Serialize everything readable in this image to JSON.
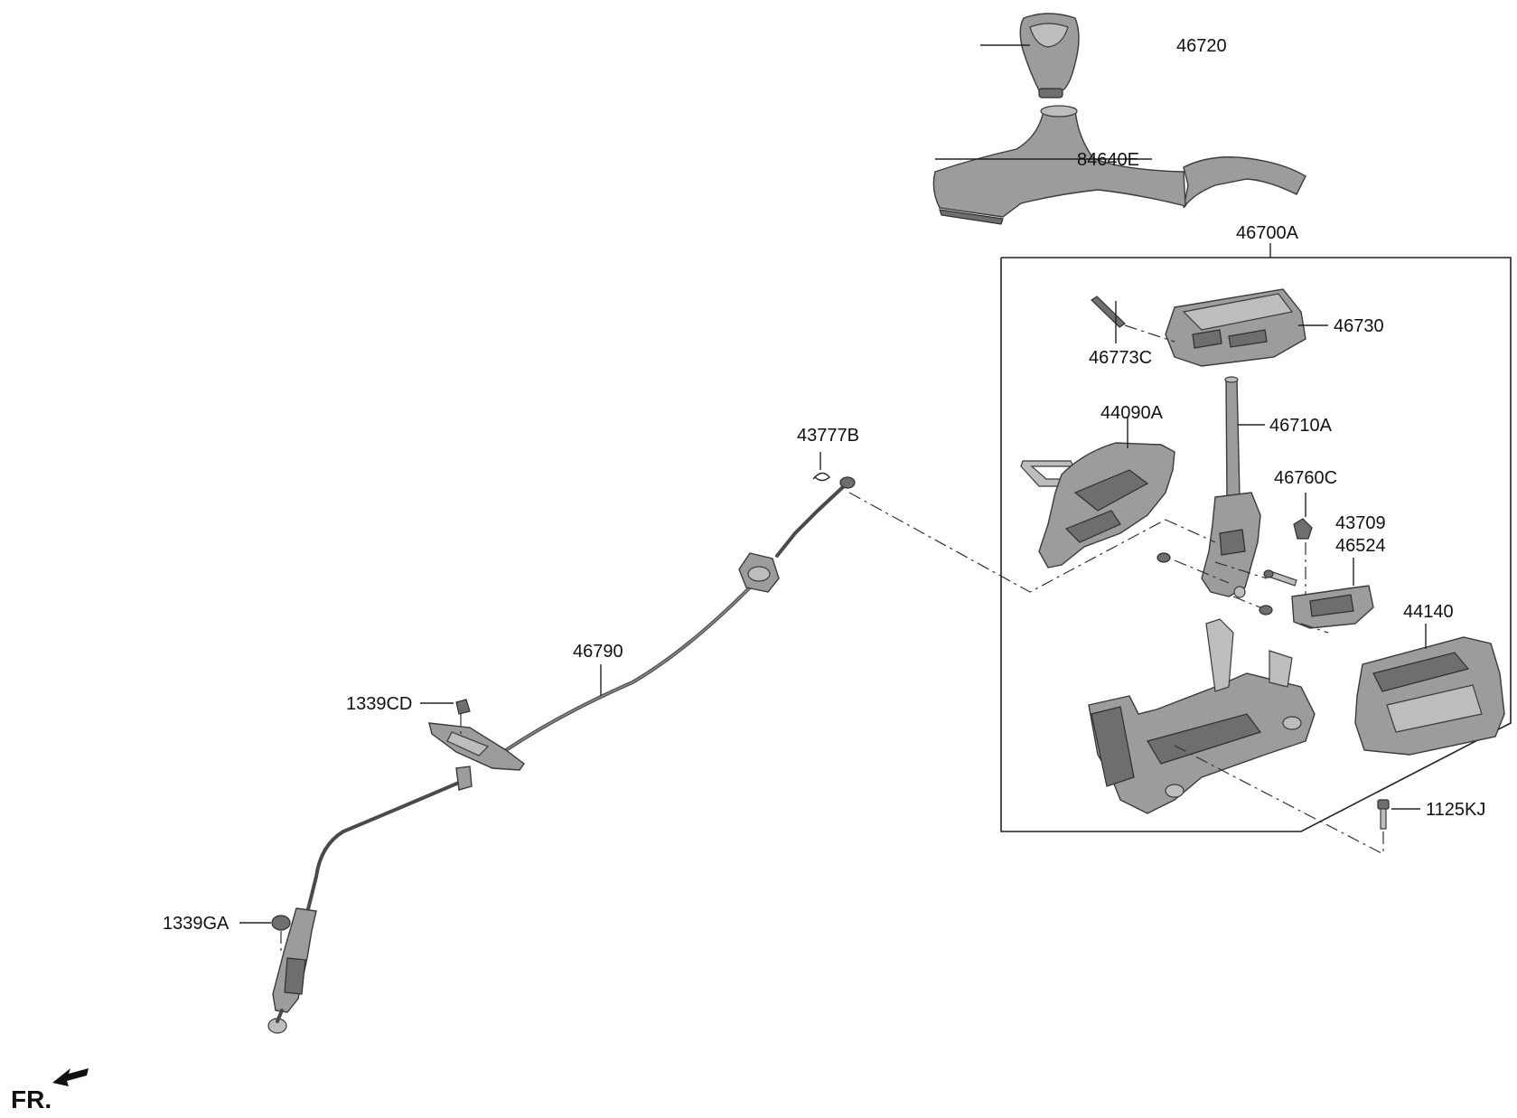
{
  "parts": {
    "p46720": "46720",
    "p84640E": "84640E",
    "p46700A": "46700A",
    "p46730": "46730",
    "p46773C": "46773C",
    "p44090A": "44090A",
    "p46710A": "46710A",
    "p46760C": "46760C",
    "p43709": "43709",
    "p46524": "46524",
    "p44140": "44140",
    "p1125KJ": "1125KJ",
    "p43777B": "43777B",
    "p46790": "46790",
    "p1339CD": "1339CD",
    "p1339GA": "1339GA"
  },
  "orientation": {
    "label": "FR."
  },
  "colors": {
    "line": "#222222",
    "part_fill": "#9c9c9c",
    "background": "#ffffff"
  }
}
